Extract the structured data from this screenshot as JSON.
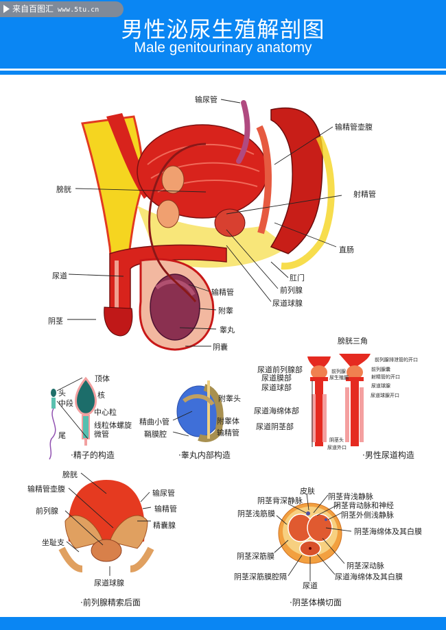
{
  "watermark": {
    "text": "来自百图汇",
    "url": "www.5tu.cn"
  },
  "header": {
    "title_cn": "男性泌尿生殖解剖图",
    "title_en": "Male genitourinary anatomy"
  },
  "colors": {
    "brand_blue": "#0a86f3",
    "muscle_red": "#d8231c",
    "fat_yellow": "#f5d520",
    "skin_pink": "#f2b8a0",
    "testis_blue": "#3f6fd8"
  },
  "main_diagram": {
    "labels": {
      "ureter": "输尿管",
      "ampulla": "输精管壶腹",
      "bladder": "膀胱",
      "ejaculatory_duct": "射精管",
      "rectum": "直肠",
      "urethra": "尿道",
      "anus": "肛门",
      "prostate": "前列腺",
      "vas_deferens": "输精管",
      "bulbourethral_gland": "尿道球腺",
      "penis": "阴茎",
      "epididymis": "附睾",
      "testis": "睾丸",
      "scrotum": "阴囊"
    }
  },
  "sperm": {
    "caption": "·精子的构造",
    "labels": {
      "acrosome": "顶体",
      "head": "头",
      "nucleus": "核",
      "midpiece": "中段",
      "centriole": "中心粒",
      "mitochondria": "线粒体螺旋",
      "microtubule": "微管",
      "tail": "尾"
    }
  },
  "testis_internal": {
    "caption": "·睾丸内部构造",
    "labels": {
      "epididymis_head": "附睾头",
      "seminiferous": "精曲小管",
      "epididymis_body": "附睾体",
      "vaginal_cavity": "鞘膜腔",
      "vas_deferens": "输精管"
    }
  },
  "urethra": {
    "caption": "·男性尿道构造",
    "labels": {
      "trigone": "膀胱三角",
      "prostatic_duct_opening": "前列腺排泄管的开口",
      "prostatic_part": "尿道前列腺部",
      "prostate_small": "前列腺",
      "utricle": "前列腺囊",
      "membranous_part": "尿道膜部",
      "urogenital_diaphragm": "尿生殖膈",
      "ejaculatory_opening": "射精管的开口",
      "bulbous_part": "尿道球部",
      "bulbourethral_gland": "尿道球腺",
      "bulbourethral_opening": "尿道球腺开口",
      "spongy_part": "尿道海绵体部",
      "penile_part": "尿道阴茎部",
      "glans": "阴茎头",
      "external_orifice": "尿道外口"
    }
  },
  "prostate_back": {
    "caption": "·前列腺精索后面",
    "labels": {
      "bladder": "膀胱",
      "ampulla": "输精管壶腹",
      "ureter": "输尿管",
      "vas_deferens": "输精管",
      "prostate": "前列腺",
      "seminal_vesicle": "精囊腺",
      "ischial_ramus": "坐耻支",
      "bulbourethral": "尿道球腺"
    }
  },
  "penis_section": {
    "caption": "·阴茎体横切面",
    "labels": {
      "skin": "皮肤",
      "deep_dorsal_vein": "阴茎背深静脉",
      "superficial_dorsal_vein": "阴茎背浅静脉",
      "dorsal_artery_nerve": "阴茎背动脉和神经",
      "superficial_fascia": "阴茎浅筋膜",
      "lateral_superficial_vein": "阴茎外侧浅静脉",
      "corpus_cavernosum": "阴茎海绵体及其白膜",
      "deep_fascia": "阴茎深筋膜",
      "deep_artery": "阴茎深动脉",
      "septum": "阴茎深筋膜腔隔",
      "corpus_spongiosum": "尿道海绵体及其白膜",
      "urethra": "尿道"
    }
  }
}
